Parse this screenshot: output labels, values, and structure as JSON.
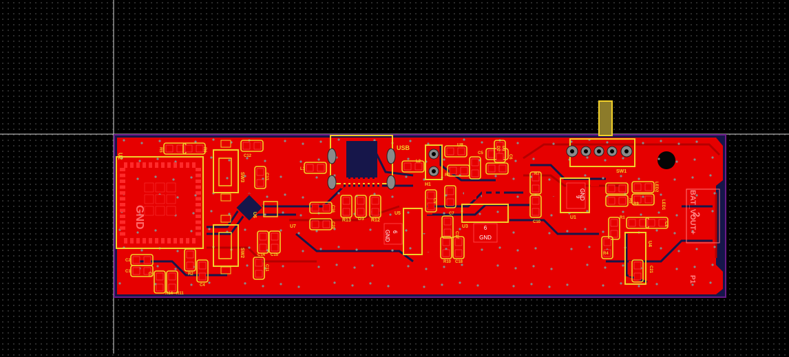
{
  "board": {
    "labels": {
      "u2": "U2",
      "u3": "U3",
      "u4": "U4",
      "u5": "U5",
      "u6": "U6",
      "u7": "U7",
      "u8": "U8",
      "u1": "U1",
      "sw1": "SW1",
      "sw2": "SW2",
      "sw3": "SW3",
      "usb": "USB",
      "h1": "H1",
      "d1": "D1",
      "d2": "D2",
      "d3": "D3",
      "led1": "LED1",
      "led2": "LED2",
      "r1": "R1",
      "r2": "R2",
      "r3": "R3",
      "r4": "R4",
      "r5": "R5",
      "r6": "R6",
      "r7": "R7",
      "r8": "R8",
      "r9": "R9",
      "r10": "R10",
      "r11": "R11",
      "r12": "R12",
      "r13": "R13",
      "r14": "R14",
      "c1": "C1",
      "c2": "C2",
      "c3": "C3",
      "c4": "C4",
      "c5": "C5",
      "c6": "C6",
      "c7": "C7",
      "c8": "C8",
      "c9": "C9",
      "c10": "C10",
      "c11": "C11",
      "c12": "C12",
      "c13": "C13",
      "c14": "C14",
      "c15": "C15",
      "c16": "C16",
      "c17": "C17",
      "c18": "C18",
      "c19": "C19",
      "c20": "C20",
      "c21": "C21",
      "l1": "L1",
      "l2": "L2",
      "gnd": "GND",
      "gnd_num": "6",
      "gnd_num_u1": "9",
      "j1_num": "2",
      "bat_vout": "BAT_VOUT+",
      "p1": "P1"
    },
    "colors": {
      "copper_top": "#e60000",
      "silkscreen": "#f2d12a",
      "board_outline": "#6a1a8a",
      "bottom_layer": "#16164a",
      "via": "#8a8a8a"
    }
  }
}
